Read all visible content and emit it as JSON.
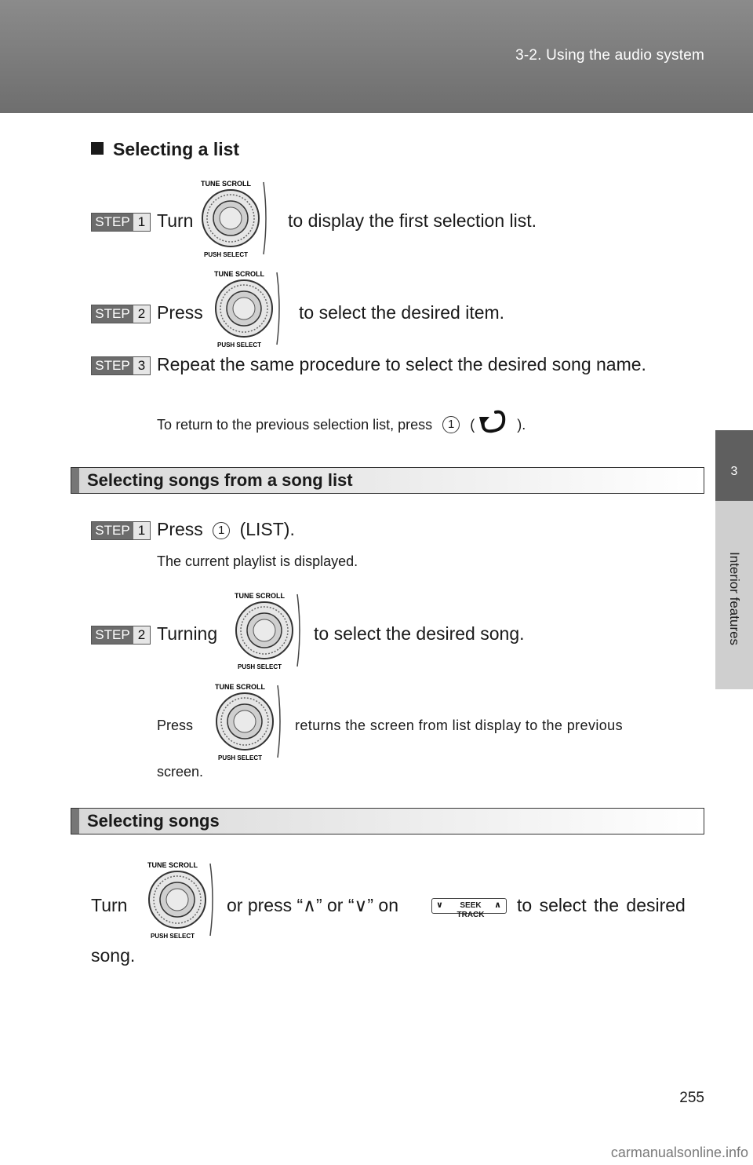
{
  "header": {
    "title": "3-2. Using the audio system"
  },
  "side_tab": {
    "number": "3",
    "label": "Interior features"
  },
  "knob": {
    "top_label": "TUNE SCROLL",
    "bottom_label": "PUSH SELECT"
  },
  "step_word": "STEP",
  "list_section": {
    "heading": "Selecting a list",
    "steps": [
      {
        "num": "1",
        "pre": "Turn",
        "post": "to display the first selection list."
      },
      {
        "num": "2",
        "pre": "Press",
        "post": "to select the desired item."
      },
      {
        "num": "3",
        "text": "Repeat the same procedure to select the desired song name."
      }
    ],
    "note_pre": "To return to the previous selection list, press",
    "note_button": "1",
    "note_open": "(",
    "note_close": ")."
  },
  "song_list_section": {
    "title": "Selecting songs from a song list",
    "step1": {
      "num": "1",
      "pre": "Press",
      "button": "1",
      "post": "(LIST)."
    },
    "step1_note": "The current playlist is displayed.",
    "step2": {
      "num": "2",
      "pre": "Turning",
      "post": "to select the desired song."
    },
    "note_pre": "Press",
    "note_post": "returns the screen from list display to the previous",
    "note_cont": "screen."
  },
  "songs_section": {
    "title": "Selecting songs",
    "pre": "Turn",
    "mid": "or press “∧” or “∨” on",
    "seek_label": "SEEK TRACK",
    "seek_down": "∨",
    "seek_up": "∧",
    "post": "to select the desired",
    "cont": "song."
  },
  "page_number": "255",
  "watermark": "carmanualsonline.info"
}
